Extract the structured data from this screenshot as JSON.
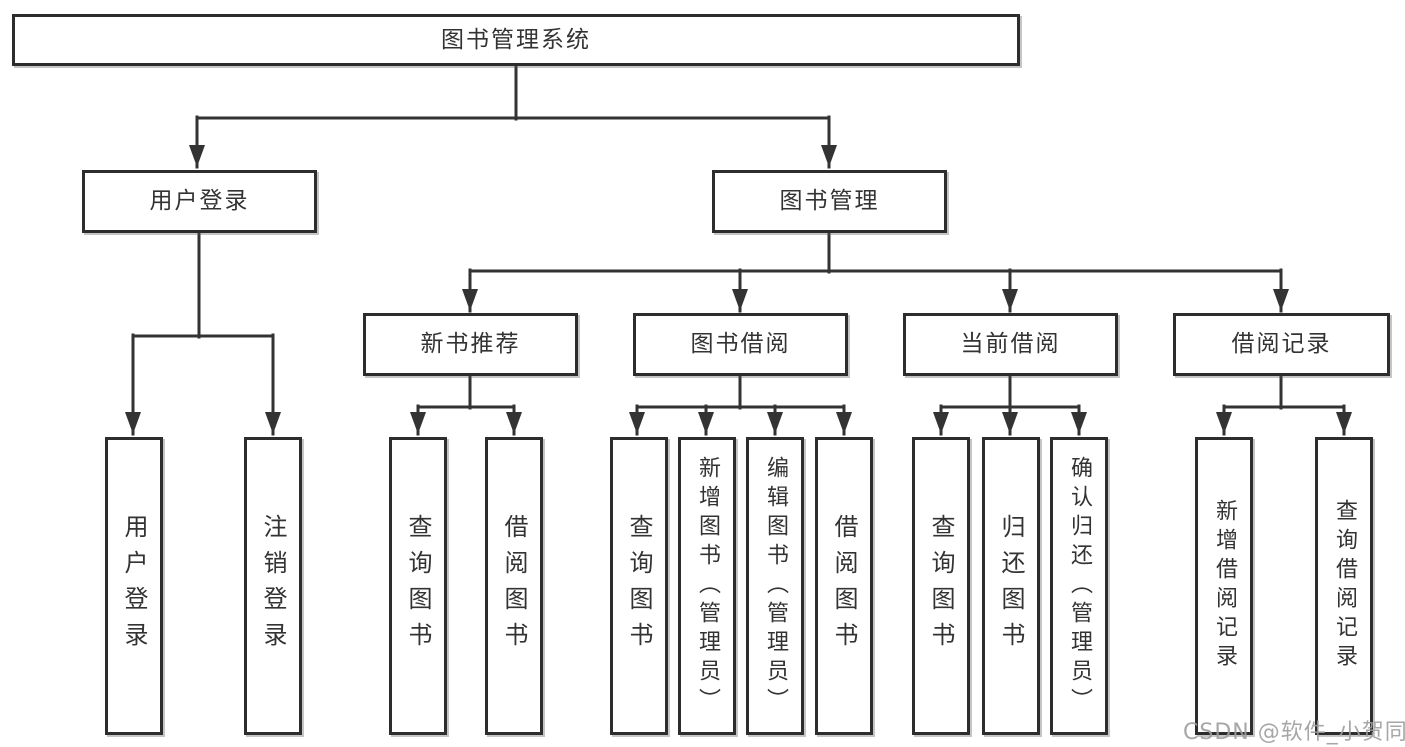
{
  "diagram": {
    "root": {
      "label": "图书管理系统"
    },
    "branches": [
      {
        "label": "用户登录",
        "children": [
          {
            "label": "用户登录"
          },
          {
            "label": "注销登录"
          }
        ]
      },
      {
        "label": "图书管理",
        "children": [
          {
            "label": "新书推荐",
            "children": [
              {
                "label": "查询图书"
              },
              {
                "label": "借阅图书"
              }
            ]
          },
          {
            "label": "图书借阅",
            "children": [
              {
                "label": "查询图书"
              },
              {
                "label": "新增图书（管理员）"
              },
              {
                "label": "编辑图书（管理员）"
              },
              {
                "label": "借阅图书"
              }
            ]
          },
          {
            "label": "当前借阅",
            "children": [
              {
                "label": "查询图书"
              },
              {
                "label": "归还图书"
              },
              {
                "label": "确认归还（管理员）"
              }
            ]
          },
          {
            "label": "借阅记录",
            "children": [
              {
                "label": "新增借阅记录"
              },
              {
                "label": "查询借阅记录"
              }
            ]
          }
        ]
      }
    ]
  },
  "watermark": {
    "text": "CSDN @软件_小贺同学"
  },
  "colors": {
    "line": "#333333",
    "border": "#2d2d2d",
    "text": "#333333",
    "watermark": "#9e9e9e",
    "background": "#ffffff"
  }
}
